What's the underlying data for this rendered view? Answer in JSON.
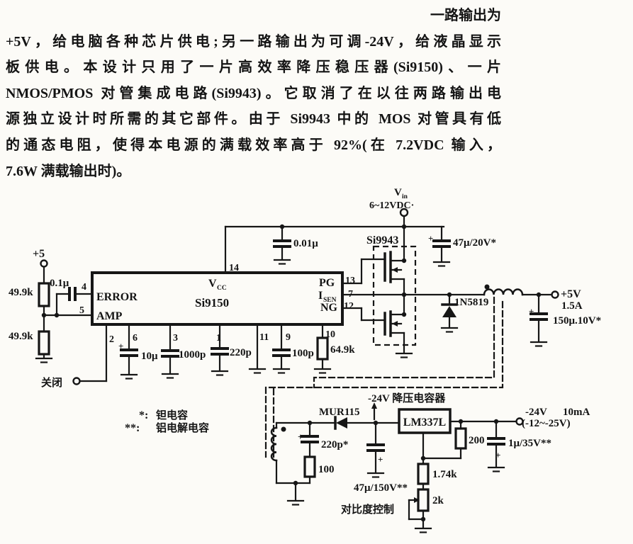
{
  "page": {
    "background": "#fcfbf7",
    "ink": "#161616"
  },
  "paragraph": {
    "lines": [
      "一路输出为",
      "+5V，给电脑各种芯片供电;另一路输出为可调-24V，给液晶显示",
      "板供电。本设计只用了一片高效率降压稳压器(Si9150)、一片",
      "NMOS/PMOS 对管集成电路(Si9943)。它取消了在以往两路输出电",
      "源独立设计时所需的其它部件。由于 Si9943 中的 MOS 对管具有低",
      "的通态电阻，使得本电源的满载效率高于 92%(在 7.2VDC 输入，",
      "7.6W 满载输出时)。"
    ]
  },
  "schematic": {
    "terminals": {
      "vplus5_in": "+5",
      "shutdown": "关闭",
      "vin_main": "V",
      "vin_sub": "in",
      "vin_range": "6~12VDC·",
      "out5_v": "+5V",
      "out5_i": "1.5A",
      "outneg_v": "-24V",
      "outneg_i": "10mA",
      "outneg_range": "(-12~-25V)"
    },
    "ics": {
      "main_name": "Si9150",
      "pair_name": "Si9943",
      "reg_name": "LM337L",
      "pin_error": "ERROR",
      "pin_amp": "AMP",
      "vcc_main": "V",
      "vcc_sub": "CC",
      "pg": "PG",
      "isen_main": "I",
      "isen_sub": "SEN",
      "ng": "NG"
    },
    "pins": {
      "n1": "1",
      "n2": "2",
      "n3": "3",
      "n4": "4",
      "n5": "5",
      "n6": "6",
      "n7": "7",
      "n9": "9",
      "n10": "10",
      "n11": "11",
      "n12": "12",
      "n13": "13",
      "n14": "14"
    },
    "parts": {
      "r_div_top": "49.9k",
      "r_div_bot": "49.9k",
      "c_err": "0.1μ",
      "c_vcc": "0.01μ",
      "c_in": "47μ/20V*",
      "c_p6": "10μ",
      "c_p3": "1000p",
      "c_p1": "220p",
      "c_p9": "100p",
      "r_p10": "64.9k",
      "d_5v": "1N5819",
      "c_out5": "150μ.10V*",
      "d_neg": "MUR115",
      "c_sec": "220p*",
      "r_sec": "100",
      "c_neg_in": "47μ/150V**",
      "r_out": "200",
      "r_adj": "1.74k",
      "pot": "2k",
      "c_neg_out": "1μ/35V**",
      "plus": "+"
    },
    "notes": {
      "neg_rail_title": "-24V 降压电容器",
      "contrast": "对比度控制",
      "legend1_mark": "*:",
      "legend1_text": "钽电容",
      "legend2_mark": "**:",
      "legend2_text": "铝电解电容"
    }
  }
}
